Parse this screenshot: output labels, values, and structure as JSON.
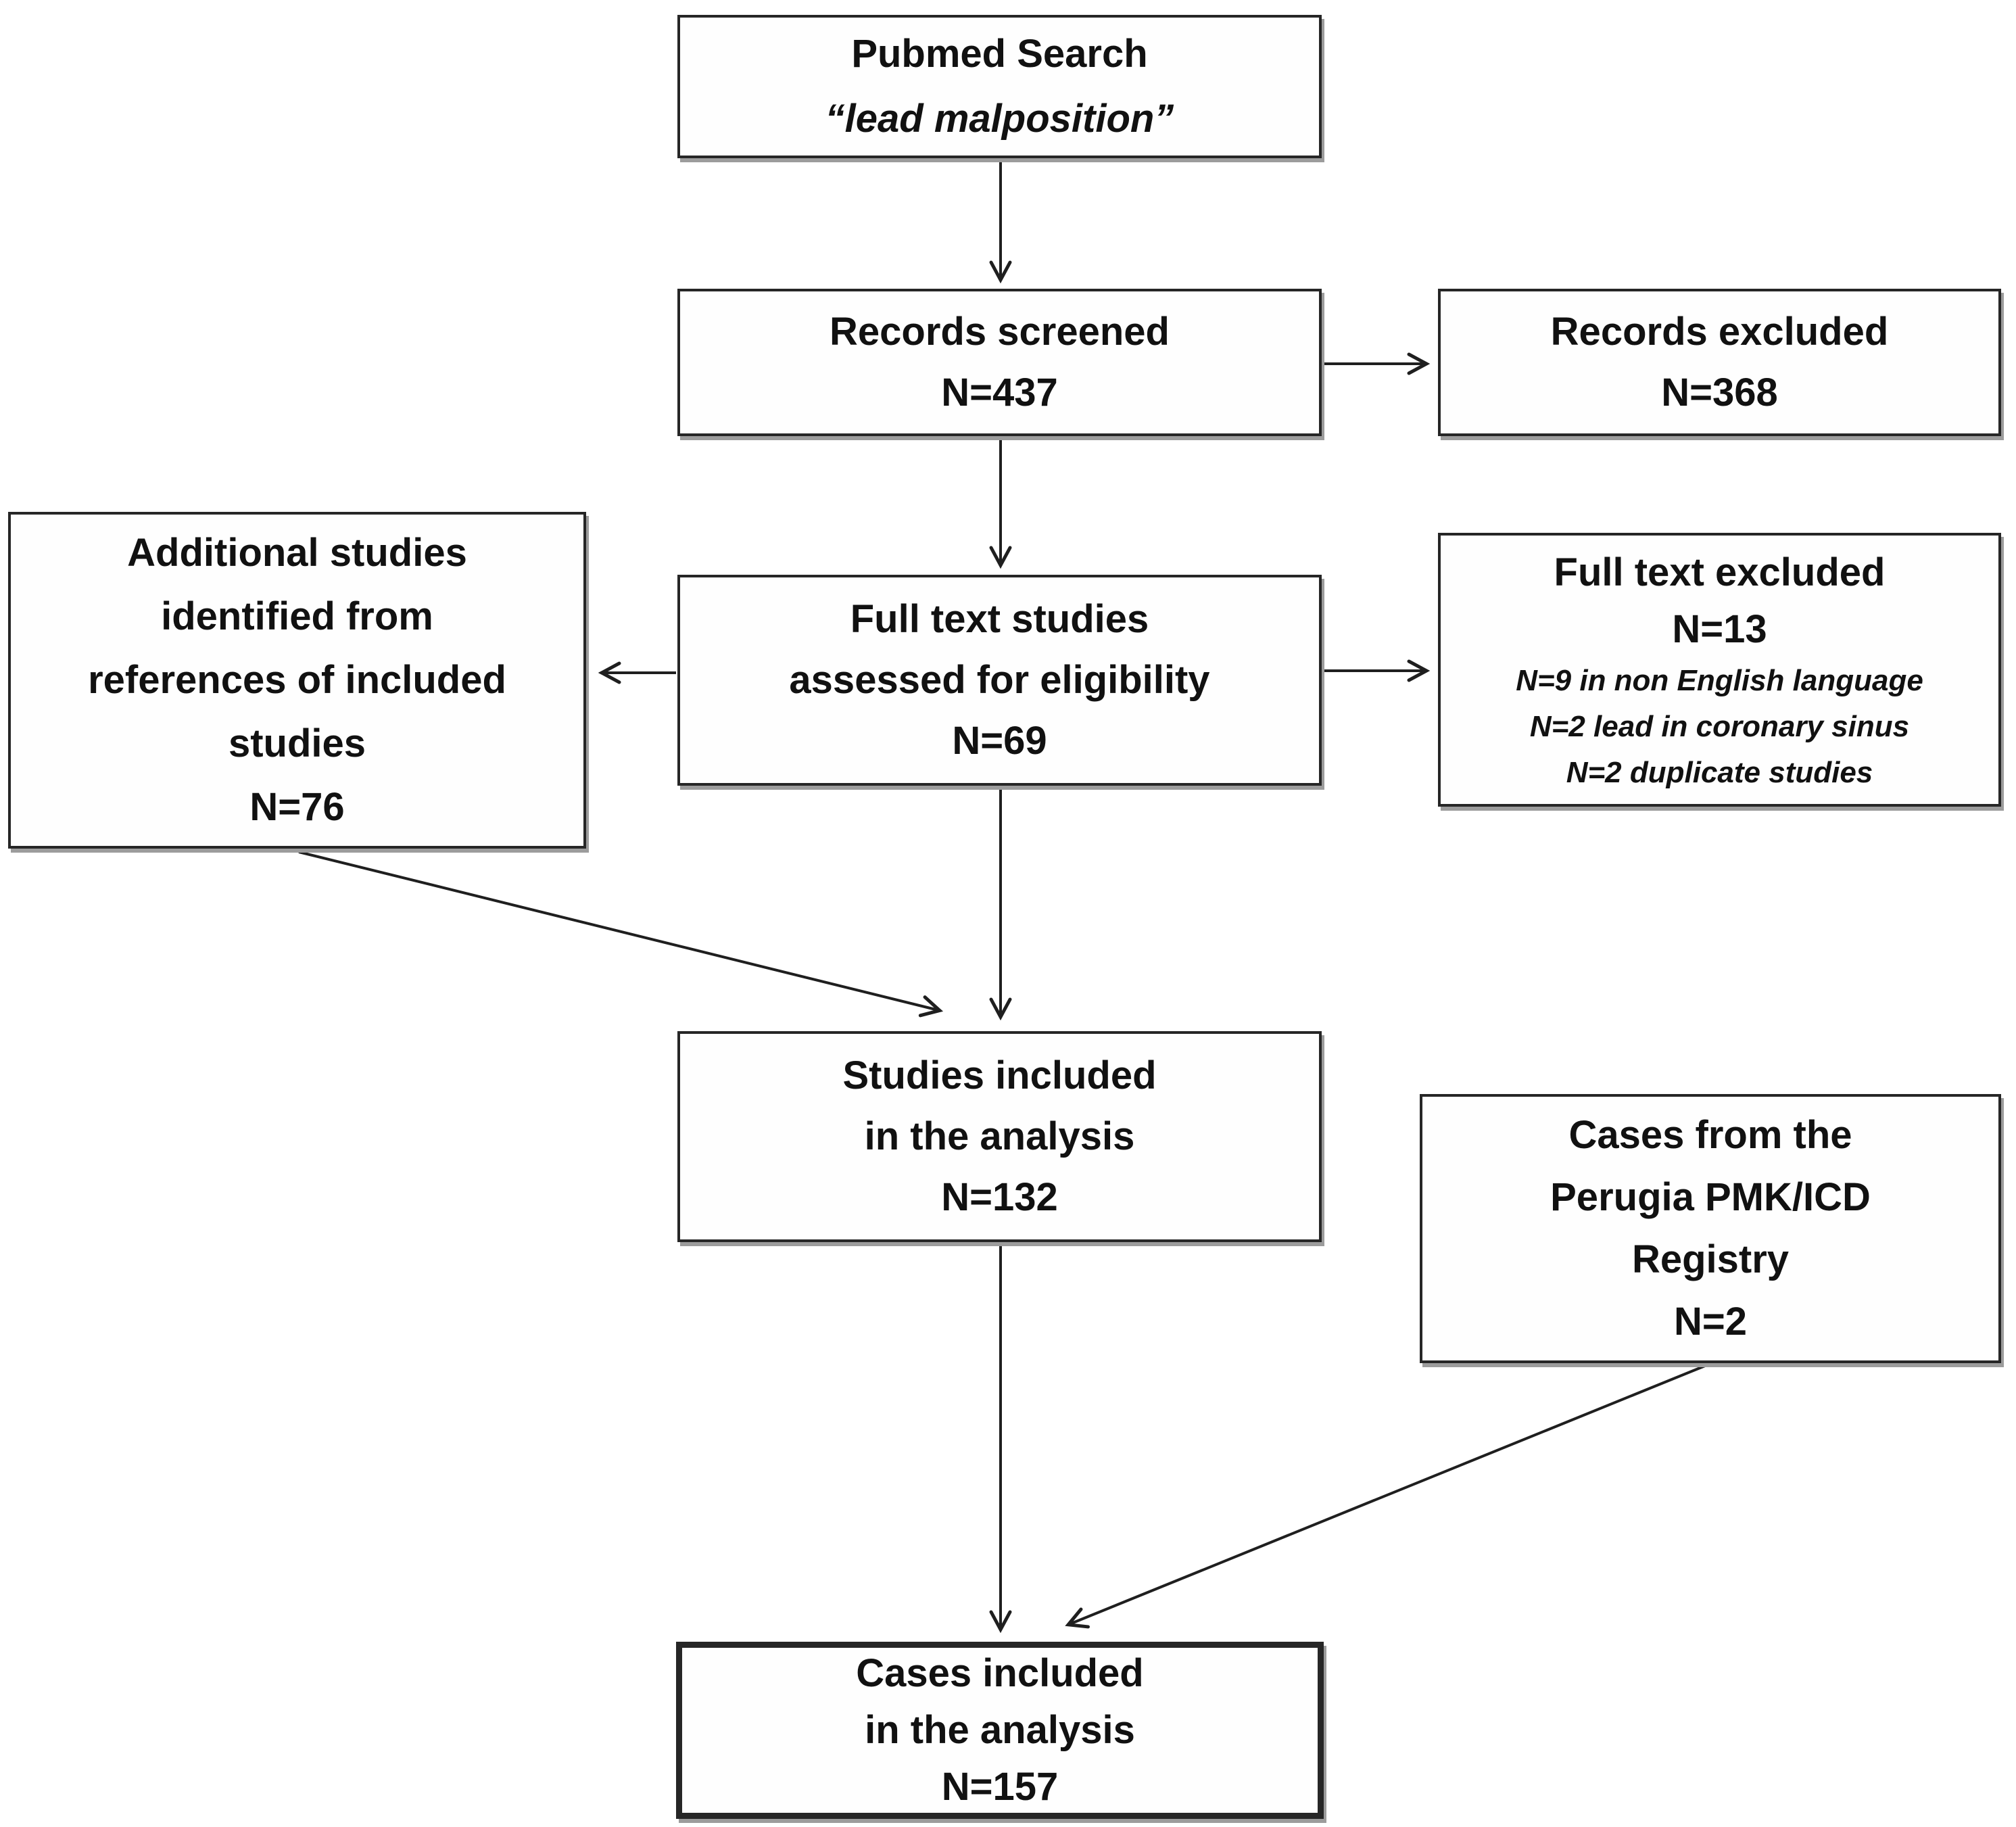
{
  "colors": {
    "background": "#ffffff",
    "box_fill": "#fefefe",
    "border": "#262626",
    "line": "#1f1f1f",
    "shadow": "#9c9c9c",
    "text": "#111111"
  },
  "nodes": {
    "pubmed_search": {
      "lines": [
        "Pubmed Search",
        "“lead malposition”"
      ]
    },
    "records_screened": {
      "lines": [
        "Records screened",
        "N=437"
      ]
    },
    "records_excluded": {
      "lines": [
        "Records excluded",
        "N=368"
      ]
    },
    "full_text_assessed": {
      "lines": [
        "Full text studies",
        "assessed for eligibility",
        "N=69"
      ]
    },
    "full_text_excluded": {
      "lines": [
        "Full text excluded",
        "N=13"
      ],
      "details": [
        "N=9 in non English language",
        "N=2 lead in coronary sinus",
        "N=2 duplicate studies"
      ]
    },
    "additional_studies": {
      "lines": [
        "Additional studies",
        "identified from",
        "references of included",
        "studies",
        "N=76"
      ]
    },
    "studies_included": {
      "lines": [
        "Studies included",
        "in the analysis",
        "N=132"
      ]
    },
    "perugia_registry": {
      "lines": [
        "Cases from the",
        "Perugia PMK/ICD",
        "Registry",
        "N=2"
      ]
    },
    "cases_included": {
      "lines": [
        "Cases included",
        "in the analysis",
        "N=157"
      ]
    }
  },
  "edges": [
    {
      "name": "pubmed-to-records-screened",
      "from": "pubmed_search",
      "to": "records_screened",
      "points": [
        1480,
        236,
        1480,
        412
      ]
    },
    {
      "name": "records-screened-to-excluded",
      "from": "records_screened",
      "to": "records_excluded",
      "points": [
        1958,
        538,
        2108,
        538
      ]
    },
    {
      "name": "records-screened-to-fulltext",
      "from": "records_screened",
      "to": "full_text_assessed",
      "points": [
        1480,
        648,
        1480,
        834
      ]
    },
    {
      "name": "fulltext-to-fulltext-excluded",
      "from": "full_text_assessed",
      "to": "full_text_excluded",
      "points": [
        1958,
        992,
        2108,
        992
      ]
    },
    {
      "name": "fulltext-to-additional-studies",
      "from": "full_text_assessed",
      "to": "additional_studies",
      "points": [
        1000,
        995,
        892,
        995
      ]
    },
    {
      "name": "additional-to-studies-included",
      "from": "additional_studies",
      "to": "studies_included",
      "points": [
        442,
        1260,
        1388,
        1494
      ]
    },
    {
      "name": "fulltext-to-studies-included",
      "from": "full_text_assessed",
      "to": "studies_included",
      "points": [
        1480,
        1165,
        1480,
        1502
      ]
    },
    {
      "name": "studies-to-cases-included",
      "from": "studies_included",
      "to": "cases_included",
      "points": [
        1480,
        1840,
        1480,
        2408
      ]
    },
    {
      "name": "perugia-to-cases-included",
      "from": "perugia_registry",
      "to": "cases_included",
      "points": [
        2522,
        2020,
        1582,
        2402
      ]
    }
  ]
}
